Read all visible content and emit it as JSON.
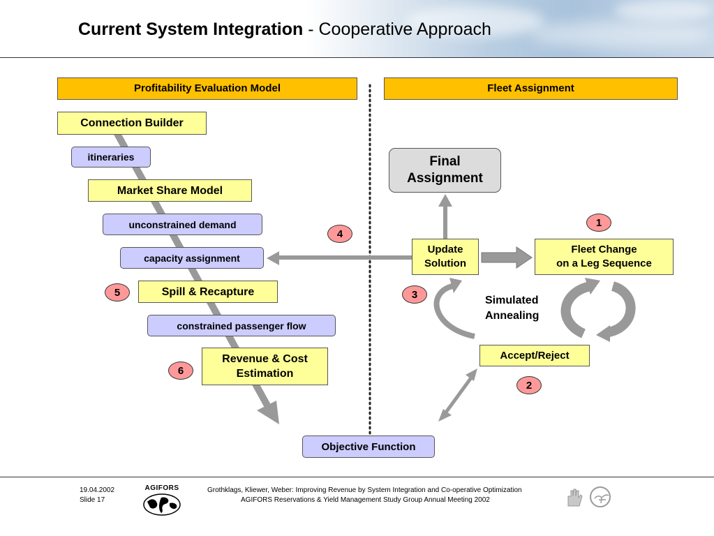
{
  "header": {
    "title_bold": "Current System Integration",
    "title_rest": " - Cooperative Approach"
  },
  "left_panel": {
    "header": "Profitability Evaluation Model",
    "steps": {
      "connection_builder": "Connection Builder",
      "itineraries": "itineraries",
      "market_share_model": "Market Share Model",
      "unconstrained_demand": "unconstrained demand",
      "capacity_assignment": "capacity assignment",
      "spill_recapture": "Spill & Recapture",
      "constrained_passenger_flow": "constrained passenger flow",
      "revenue_cost_line1": "Revenue & Cost",
      "revenue_cost_line2": "Estimation"
    }
  },
  "right_panel": {
    "header": "Fleet Assignment",
    "final_line1": "Final",
    "final_line2": "Assignment",
    "update_line1": "Update",
    "update_line2": "Solution",
    "fleet_change_line1": "Fleet Change",
    "fleet_change_line2": "on a Leg Sequence",
    "simulated_line1": "Simulated",
    "simulated_line2": "Annealing",
    "accept_reject": "Accept/Reject"
  },
  "objective_function": "Objective Function",
  "badges": [
    "1",
    "2",
    "3",
    "4",
    "5",
    "6"
  ],
  "colors": {
    "orange": "#ffc000",
    "yellow": "#ffff99",
    "purple": "#ccccff",
    "badge": "#ff9999",
    "arrow_gray": "#999999"
  },
  "footer": {
    "date": "19.04.2002",
    "slide": "Slide 17",
    "logo_text": "AGIFORS",
    "line1": "Grothklags, Kliewer, Weber: Improving Revenue by System Integration and Co-operative Optimization",
    "line2": "AGIFORS Reservations & Yield Management Study Group Annual Meeting 2002"
  }
}
